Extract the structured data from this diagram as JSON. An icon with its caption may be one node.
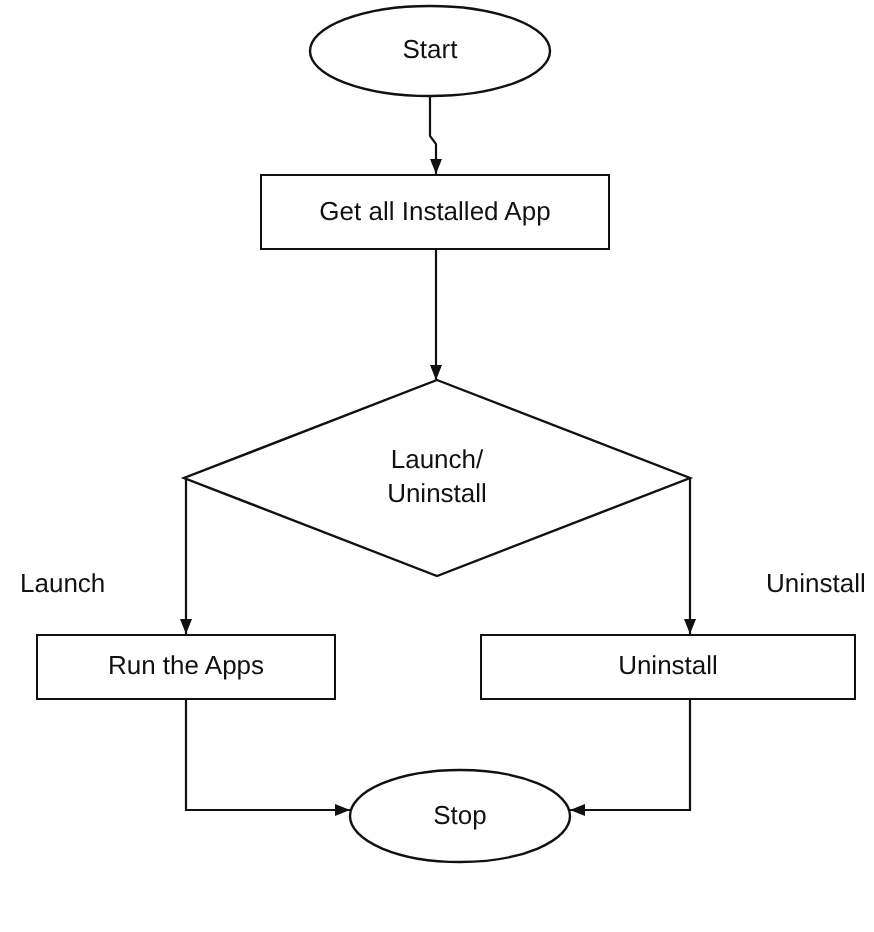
{
  "diagram": {
    "nodes": [
      {
        "text": [
          "Start"
        ]
      },
      {
        "text": [
          "Get all Installed App"
        ]
      },
      {
        "text": [
          "Launch/ Uninstall"
        ]
      },
      {
        "text": [
          "Run the Apps"
        ]
      },
      {
        "text": [
          "Uninstall"
        ]
      },
      {
        "text": [
          "Stop"
        ]
      }
    ],
    "edges": [
      {
        "from": 0,
        "to": 1,
        "arrow": "to"
      },
      {
        "from": 1,
        "to": 2,
        "arrow": "to"
      },
      {
        "from": 2,
        "to": 3,
        "arrow": "to",
        "label": "Launch"
      },
      {
        "from": 2,
        "to": 4,
        "arrow": "to",
        "label": "Uninstall"
      },
      {
        "from": 3,
        "to": 5,
        "arrow": "to"
      },
      {
        "from": 4,
        "to": 5,
        "arrow": "to"
      }
    ]
  }
}
